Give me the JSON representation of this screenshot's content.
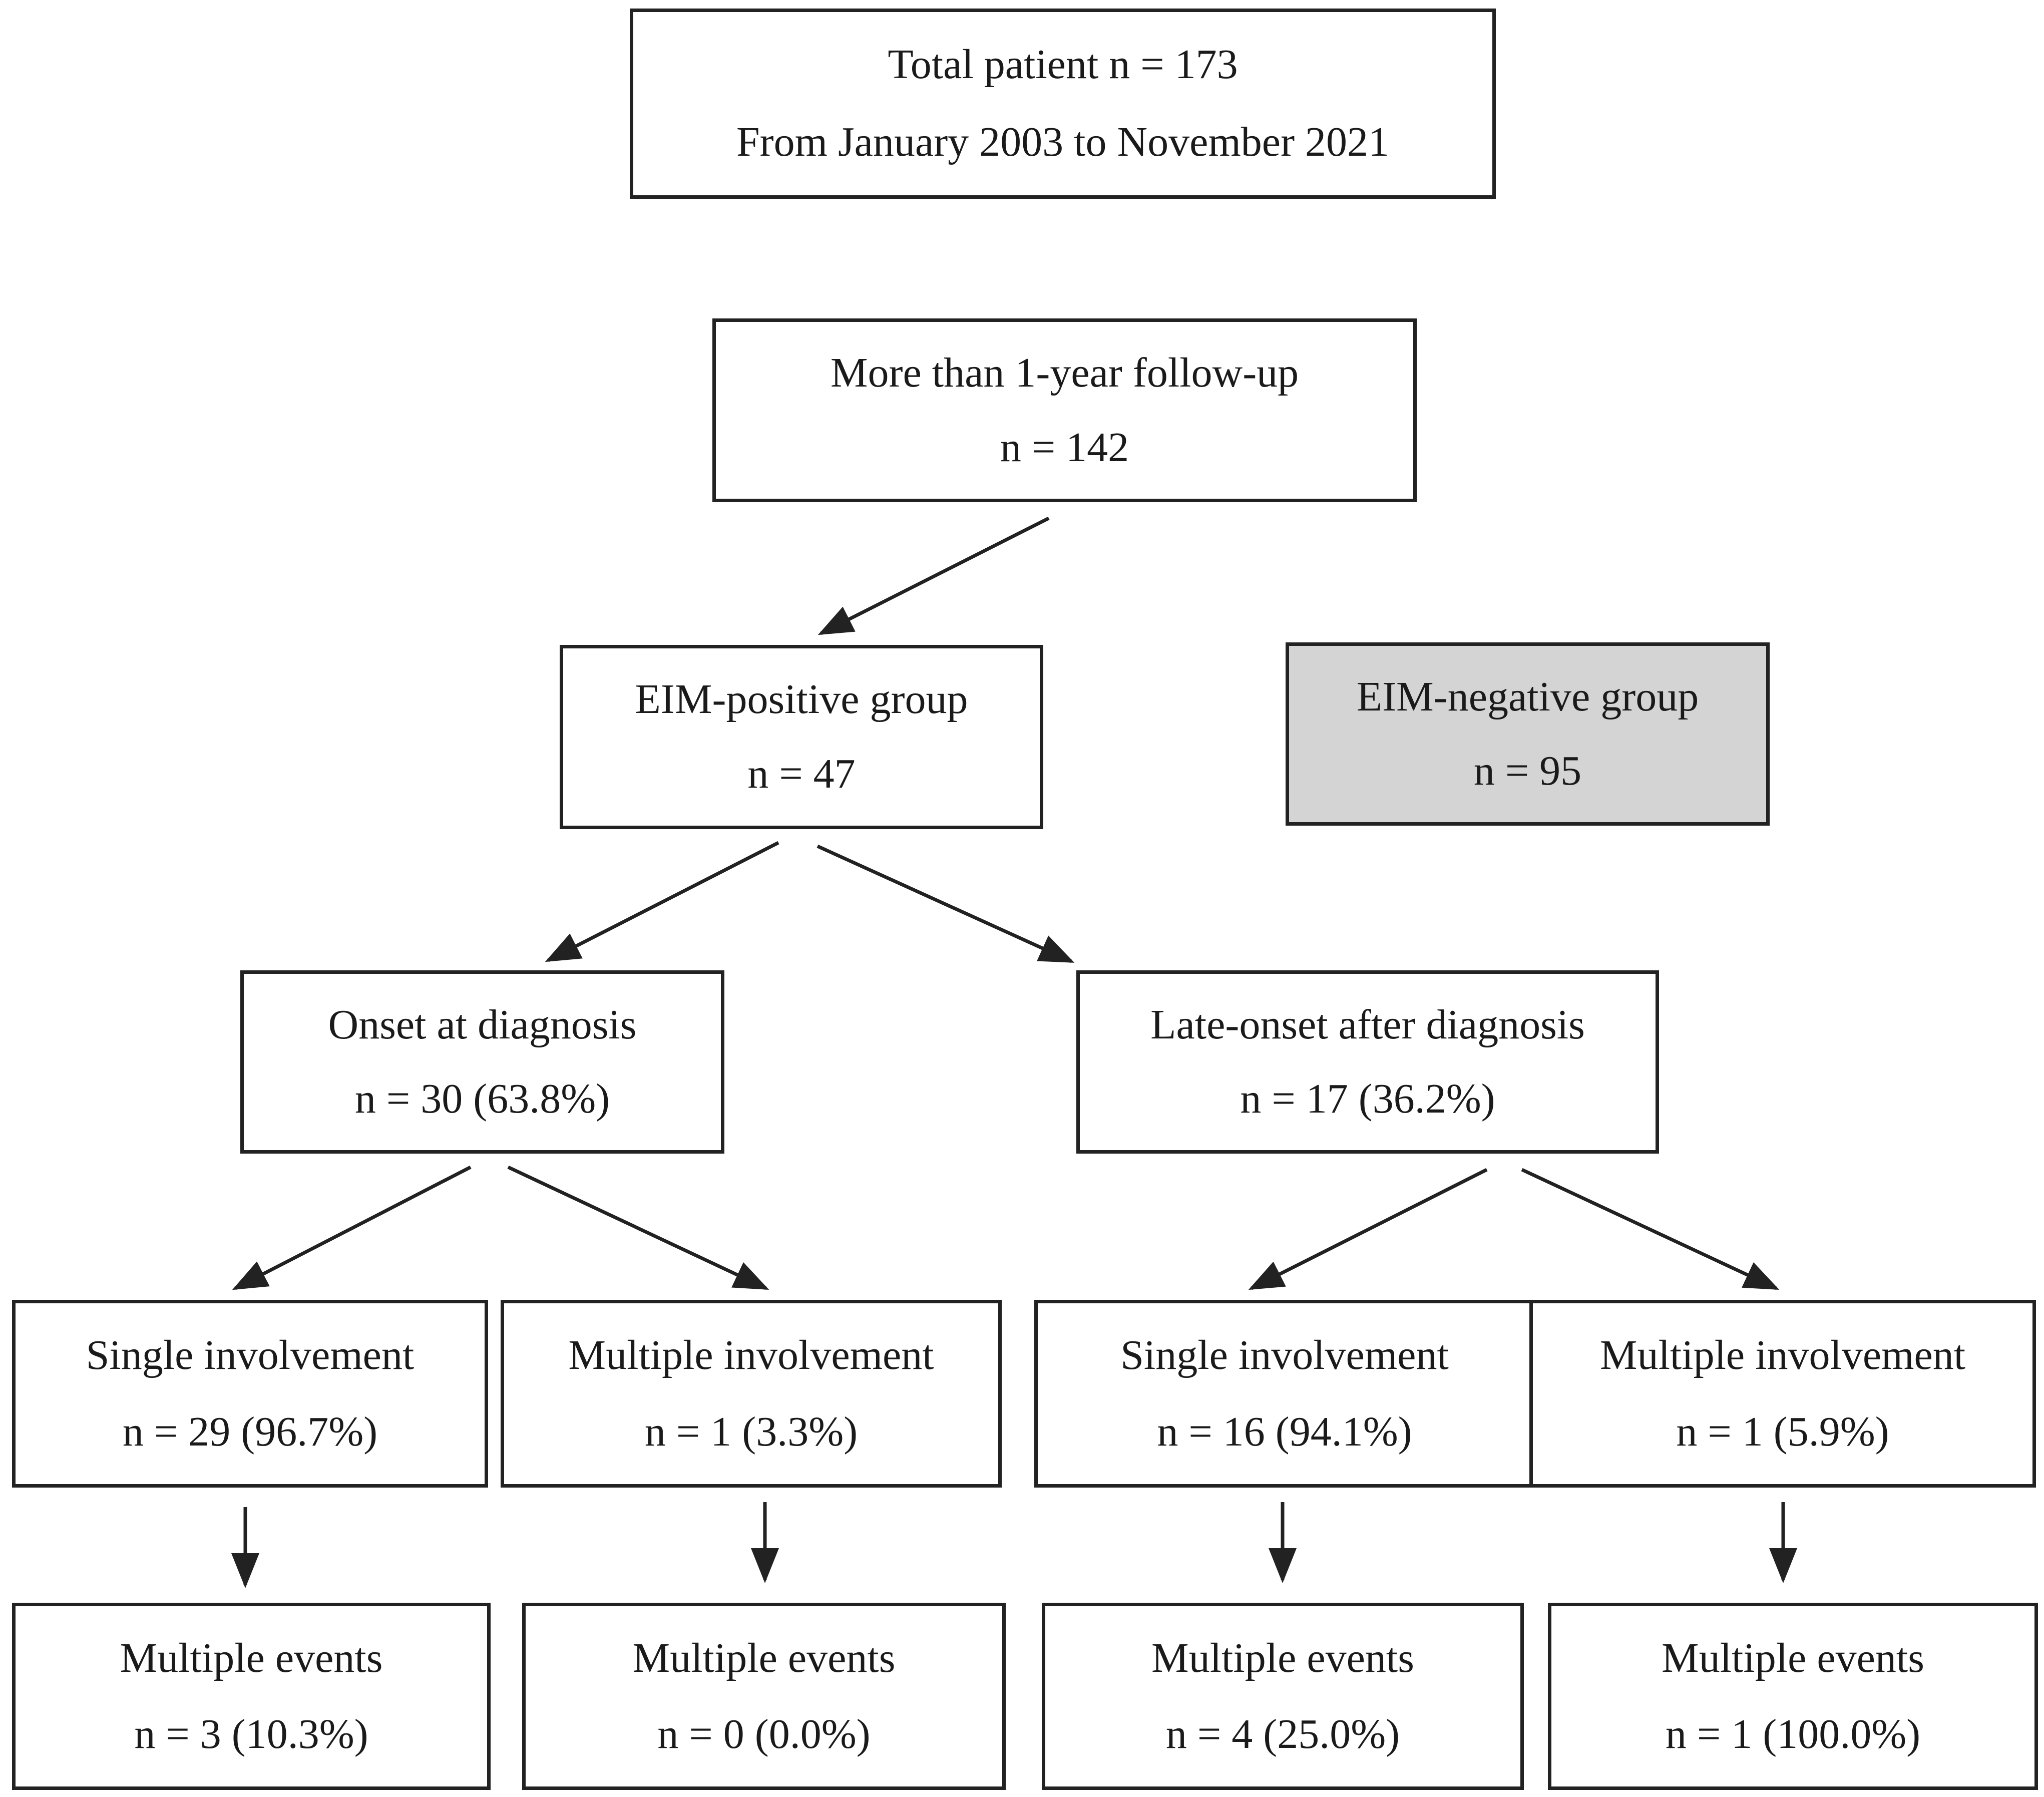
{
  "flowchart": {
    "total": {
      "line1": "Total patient n = 173",
      "line2": "From January 2003 to November 2021"
    },
    "followup": {
      "line1": "More than 1-year follow-up",
      "line2": "n = 142"
    },
    "eim_positive": {
      "line1": "EIM-positive group",
      "line2": "n = 47"
    },
    "eim_negative": {
      "line1": "EIM-negative group",
      "line2": "n = 95"
    },
    "onset_at_diagnosis": {
      "line1": "Onset at diagnosis",
      "line2": "n = 30 (63.8%)"
    },
    "late_onset": {
      "line1": "Late-onset after diagnosis",
      "line2": "n = 17 (36.2%)"
    },
    "onset_single": {
      "line1": "Single involvement",
      "line2": "n = 29 (96.7%)"
    },
    "onset_multiple": {
      "line1": "Multiple involvement",
      "line2": "n = 1 (3.3%)"
    },
    "late_single": {
      "line1": "Single involvement",
      "line2": "n = 16 (94.1%)"
    },
    "late_multiple": {
      "line1": "Multiple involvement",
      "line2": "n = 1 (5.9%)"
    },
    "onset_single_events": {
      "line1": "Multiple events",
      "line2": "n = 3 (10.3%)"
    },
    "onset_multiple_events": {
      "line1": "Multiple events",
      "line2": "n = 0 (0.0%)"
    },
    "late_single_events": {
      "line1": "Multiple events",
      "line2": "n = 4 (25.0%)"
    },
    "late_multiple_events": {
      "line1": "Multiple events",
      "line2": "n = 1 (100.0%)"
    }
  },
  "colors": {
    "border": "#222222",
    "text": "#1a1a1a",
    "negative_fill": "#d4d4d4",
    "background": "#ffffff"
  }
}
